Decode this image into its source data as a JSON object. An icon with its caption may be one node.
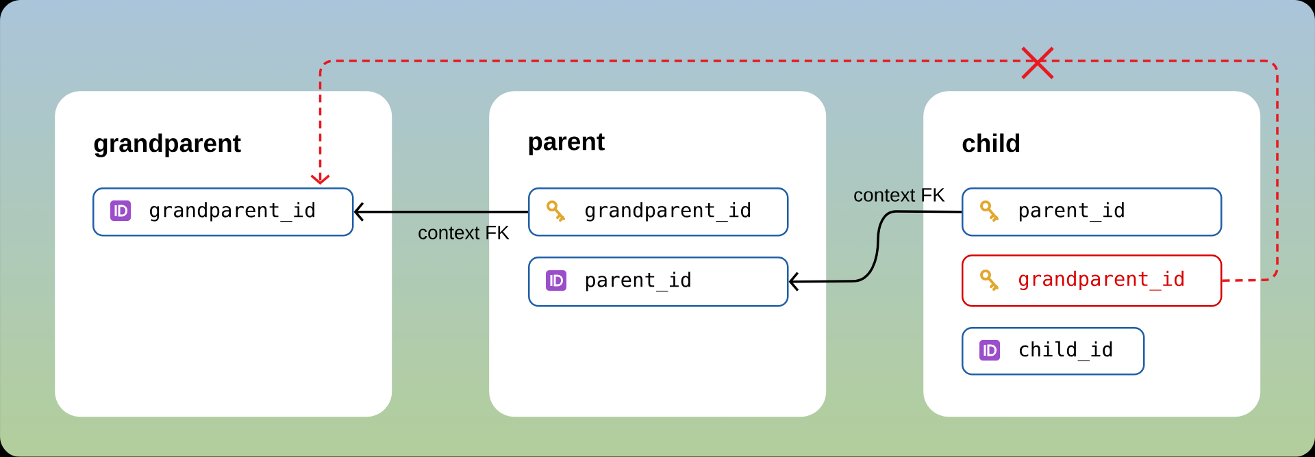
{
  "diagram": {
    "nodes": [
      {
        "text": [
          "grandparent"
        ]
      },
      {
        "text": [
          "grandparent_id"
        ],
        "in": 0
      },
      {
        "text": [
          "parent"
        ]
      },
      {
        "text": [
          "grandparent_id"
        ],
        "in": 2
      },
      {
        "text": [
          "parent_id"
        ],
        "in": 2
      },
      {
        "text": [
          "child"
        ]
      },
      {
        "text": [
          "parent_id"
        ],
        "in": 5
      },
      {
        "text": [
          "grandparent_id"
        ],
        "in": 5
      },
      {
        "text": [
          "child_id"
        ],
        "in": 5
      }
    ],
    "edges": [
      {
        "from": 3,
        "to": 1,
        "arrow": "to",
        "label": "context FK"
      },
      {
        "from": 6,
        "to": 4,
        "arrow": "to",
        "label": "context FK"
      },
      {
        "from": 7,
        "to": 1,
        "arrow": "to",
        "style": "dashed",
        "color": "#e8191f"
      }
    ]
  }
}
